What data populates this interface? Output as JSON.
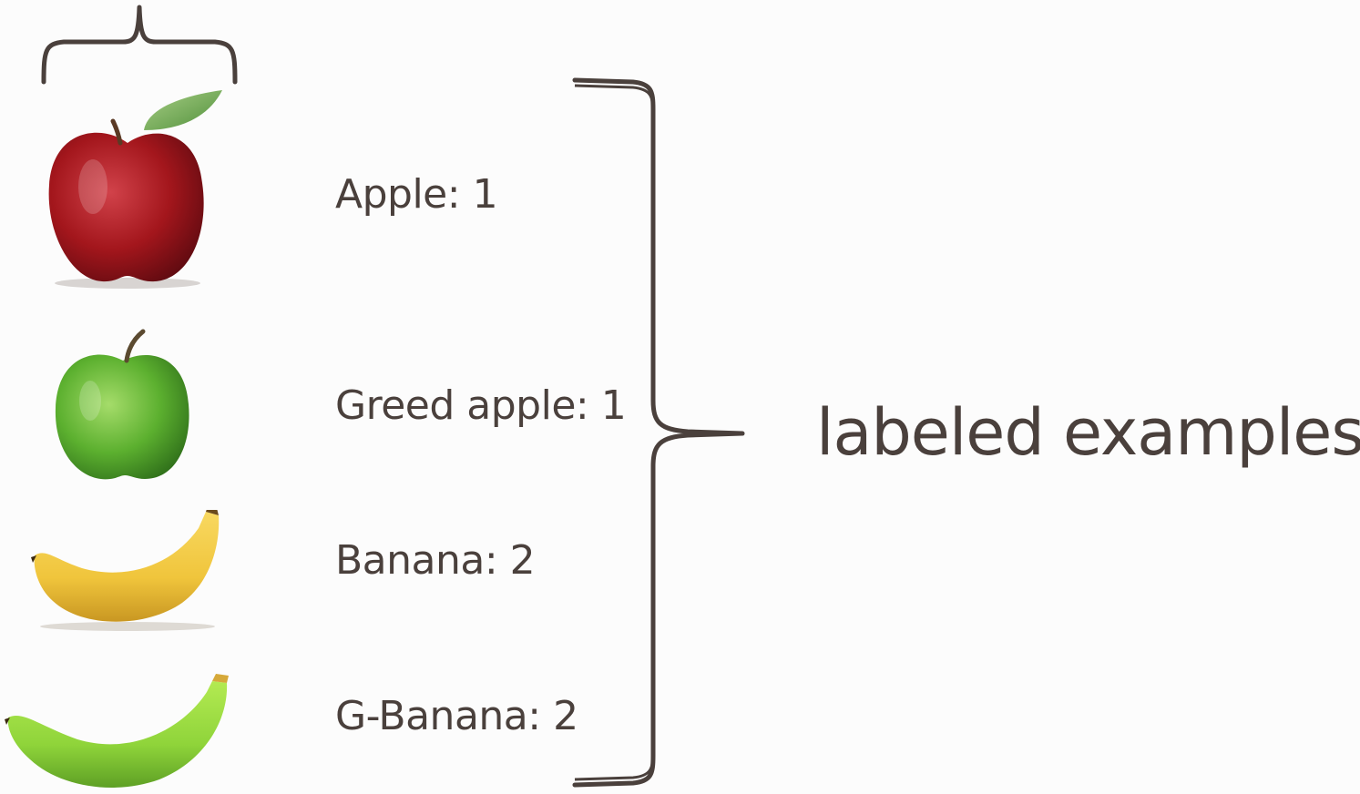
{
  "labels": [
    {
      "text": "Apple: 1"
    },
    {
      "text": "Greed apple: 1"
    },
    {
      "text": "Banana: 2"
    },
    {
      "text": "G-Banana: 2"
    }
  ],
  "summary_label": "labeled examples",
  "icons": [
    "red-apple-icon",
    "green-apple-icon",
    "yellow-banana-icon",
    "green-banana-icon",
    "top-brace-icon",
    "right-brace-icon"
  ],
  "colors": {
    "text": "#4a403c",
    "brace": "#4a403c",
    "red_apple": "#a3161c",
    "green_apple": "#5cb02f",
    "yellow_banana": "#f0c53c",
    "green_banana": "#8fd43a",
    "background": "#fcfcfc"
  }
}
